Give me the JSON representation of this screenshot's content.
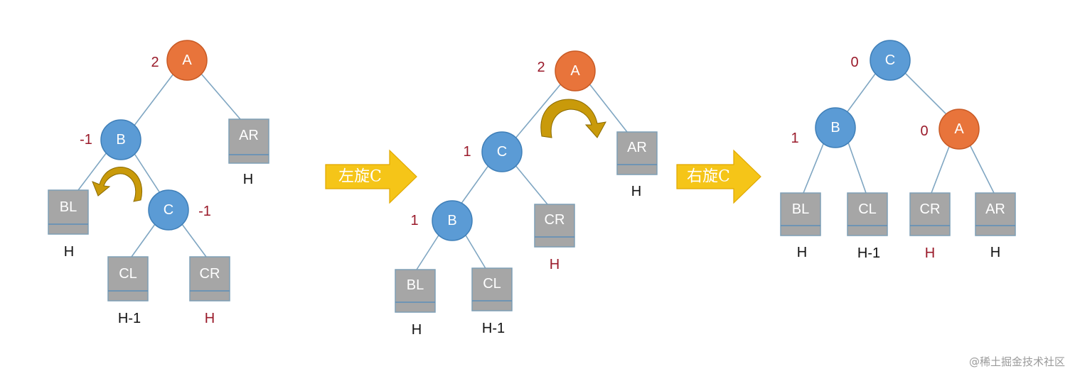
{
  "panels": [
    {
      "id": "p1",
      "nodes": [
        {
          "key": "A",
          "label": "A",
          "color": "orange",
          "bf": "2"
        },
        {
          "key": "B",
          "label": "B",
          "color": "blue",
          "bf": "-1"
        },
        {
          "key": "C",
          "label": "C",
          "color": "blue",
          "bf": "-1"
        }
      ],
      "subtrees": [
        {
          "key": "AR",
          "label": "AR",
          "height": "H",
          "height_color": "black"
        },
        {
          "key": "BL",
          "label": "BL",
          "height": "H",
          "height_color": "black"
        },
        {
          "key": "CL",
          "label": "CL",
          "height": "H-1",
          "height_color": "black"
        },
        {
          "key": "CR",
          "label": "CR",
          "height": "H",
          "height_color": "red"
        }
      ]
    },
    {
      "id": "p2",
      "nodes": [
        {
          "key": "A",
          "label": "A",
          "color": "orange",
          "bf": "2"
        },
        {
          "key": "C",
          "label": "C",
          "color": "blue",
          "bf": "1"
        },
        {
          "key": "B",
          "label": "B",
          "color": "blue",
          "bf": "1"
        }
      ],
      "subtrees": [
        {
          "key": "AR",
          "label": "AR",
          "height": "H",
          "height_color": "black"
        },
        {
          "key": "CR",
          "label": "CR",
          "height": "H",
          "height_color": "red"
        },
        {
          "key": "BL",
          "label": "BL",
          "height": "H",
          "height_color": "black"
        },
        {
          "key": "CL",
          "label": "CL",
          "height": "H-1",
          "height_color": "black"
        }
      ]
    },
    {
      "id": "p3",
      "nodes": [
        {
          "key": "C",
          "label": "C",
          "color": "blue",
          "bf": "0"
        },
        {
          "key": "B",
          "label": "B",
          "color": "blue",
          "bf": "1"
        },
        {
          "key": "A",
          "label": "A",
          "color": "orange",
          "bf": "0"
        }
      ],
      "subtrees": [
        {
          "key": "BL",
          "label": "BL",
          "height": "H",
          "height_color": "black"
        },
        {
          "key": "CL",
          "label": "CL",
          "height": "H-1",
          "height_color": "black"
        },
        {
          "key": "CR",
          "label": "CR",
          "height": "H",
          "height_color": "red"
        },
        {
          "key": "AR",
          "label": "AR",
          "height": "H",
          "height_color": "black"
        }
      ]
    }
  ],
  "transitions": [
    {
      "label": "左旋C"
    },
    {
      "label": "右旋C"
    }
  ],
  "colors": {
    "orange": "#e8743b",
    "blue": "#5b9bd5",
    "subtree": "#a6a6a6",
    "balance_factor": "#9a1a2a",
    "arrow": "#f5c518"
  },
  "watermark": "@稀土掘金技术社区"
}
